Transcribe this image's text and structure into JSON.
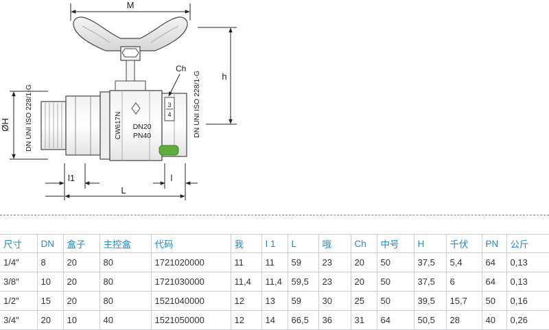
{
  "drawing": {
    "dim_M": "M",
    "dim_h": "h",
    "dim_OH": "ØH",
    "dim_l1": "l1",
    "dim_L": "L",
    "dim_l": "l",
    "label_Ch": "Ch",
    "left_std": "DN UNI ISO 228/1-G",
    "right_std": "DN UNI ISO 228/1-G",
    "body_model": "CW617N",
    "body_dn": "DN20",
    "body_pn": "PN40",
    "flag_top": "3",
    "flag_bottom": "4"
  },
  "table": {
    "headers": [
      "尺寸",
      "DN",
      "盒子",
      "主控盒",
      "代码",
      "我",
      "I 1",
      "L",
      "哦",
      "Ch",
      "中号",
      "H",
      "千伏",
      "PN",
      "公斤"
    ],
    "rows": [
      [
        "1/4\"",
        "8",
        "20",
        "80",
        "1721020000",
        "11",
        "11",
        "59",
        "23",
        "20",
        "50",
        "37,5",
        "5,4",
        "64",
        "0,13"
      ],
      [
        "3/8\"",
        "10",
        "20",
        "80",
        "1721030000",
        "11,4",
        "11,4",
        "59,5",
        "23",
        "20",
        "50",
        "37,5",
        "6",
        "64",
        "0,13"
      ],
      [
        "1/2\"",
        "15",
        "20",
        "80",
        "1521040000",
        "12",
        "13",
        "59",
        "30",
        "25",
        "50",
        "39,5",
        "15,7",
        "50",
        "0,16"
      ],
      [
        "3/4\"",
        "20",
        "10",
        "40",
        "1521050000",
        "12",
        "14",
        "66,5",
        "36",
        "31",
        "64",
        "50,5",
        "28",
        "40",
        "0,26"
      ]
    ]
  },
  "colors": {
    "header_text": "#1f8ac9",
    "separator": "#2e9bd0",
    "green_cap": "#5fae3c"
  }
}
